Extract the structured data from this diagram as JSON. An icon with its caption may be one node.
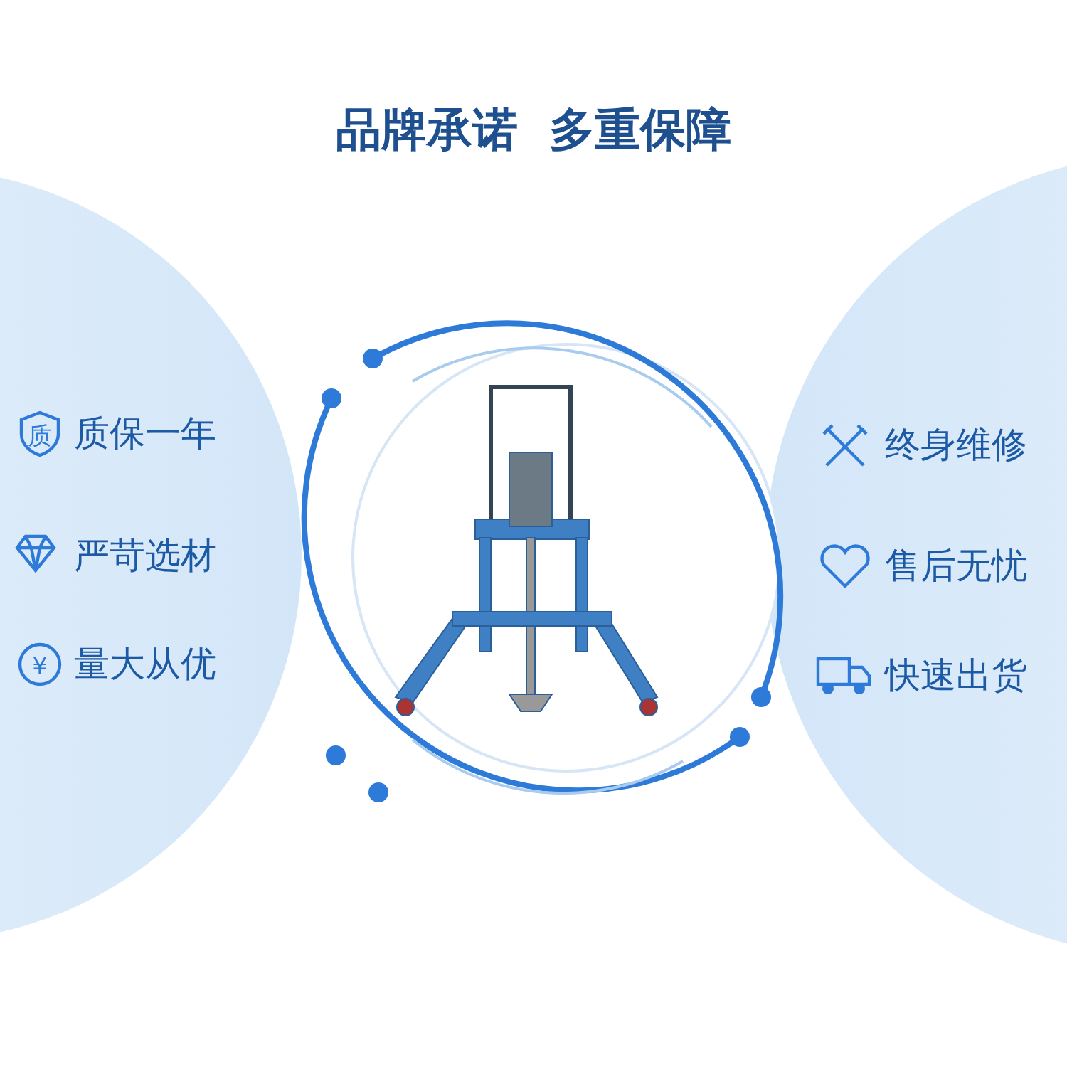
{
  "diagram": {
    "title": "品牌承诺  多重保障",
    "labels": [
      "质",
      "质保一年",
      "严苛选材",
      "¥",
      "量大从优",
      "终身维修",
      "售后无忧",
      "快速出货"
    ]
  }
}
